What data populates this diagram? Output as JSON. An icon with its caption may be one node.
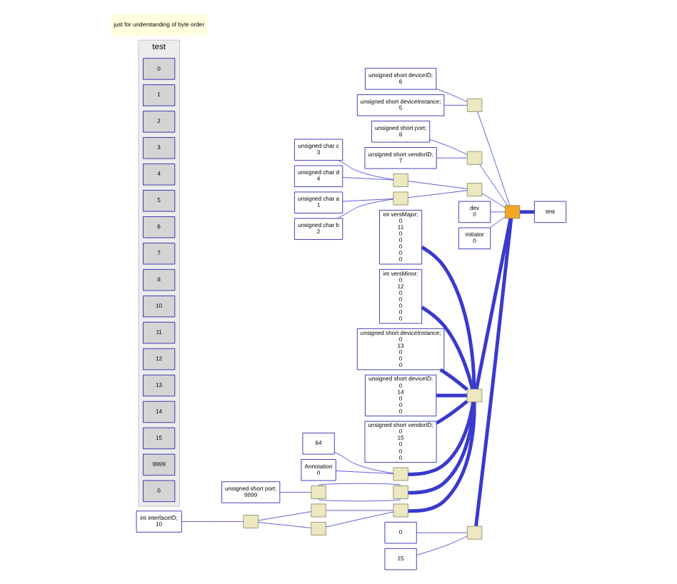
{
  "diagram": {
    "nodes": [
      {
        "text": [
          "unsigned char d",
          "4"
        ]
      },
      {
        "text": [
          "unsigned char c",
          "3"
        ]
      },
      {
        "text": [
          "unsigned char b",
          "2"
        ]
      },
      {
        "text": [
          "unsigned char a",
          "1"
        ]
      },
      {
        "text": [
          "unsigned short deviceID;",
          "6"
        ]
      },
      {
        "text": [
          "unsigned short deviceInstance;",
          "5"
        ]
      },
      {
        "text": [
          "unsigned short port;",
          "8"
        ]
      },
      {
        "text": [
          "unsigned short vendorID;",
          "7"
        ]
      },
      {
        "text": [],
        "shape": "box"
      },
      {
        "text": [],
        "shape": "box"
      },
      {
        "text": [],
        "shape": "box"
      },
      {
        "text": [],
        "shape": "box"
      },
      {
        "text": [],
        "shape": "box"
      },
      {
        "text": [
          "dev",
          "0"
        ]
      },
      {
        "text": [
          "initiator",
          "0"
        ]
      },
      {
        "text": [],
        "shape": "box"
      },
      {
        "text": [
          "int interfaceID;",
          "10"
        ]
      },
      {
        "text": [],
        "shape": "box"
      },
      {
        "text": [],
        "shape": "box"
      },
      {
        "text": [],
        "shape": "box"
      },
      {
        "text": [],
        "shape": "box"
      },
      {
        "text": [
          "int versMajor;",
          "0",
          "11",
          "0",
          "0",
          "0",
          "0",
          "0"
        ]
      },
      {
        "text": [
          "int versMinor;",
          "0",
          "12",
          "0",
          "0",
          "0",
          "0",
          "0"
        ]
      },
      {
        "text": [
          "unsigned short deviceInstance;",
          "0",
          "13",
          "0",
          "0",
          "0"
        ]
      },
      {
        "text": [
          "unsigned short deviceID;",
          "0",
          "14",
          "0",
          "0",
          "0"
        ]
      },
      {
        "text": [
          "unsigned short vendorID;",
          "0",
          "15",
          "0",
          "0",
          "0"
        ]
      },
      {
        "text": [
          "Annotation",
          "0"
        ]
      },
      {
        "text": [
          "64"
        ]
      },
      {
        "text": [],
        "shape": "box"
      },
      {
        "text": [
          "unsigned short port;",
          "9999"
        ]
      },
      {
        "text": [],
        "shape": "box"
      },
      {
        "text": [],
        "shape": "box"
      },
      {
        "text": [],
        "shape": "box"
      },
      {
        "text": [
          "0"
        ]
      },
      {
        "text": [
          "15"
        ]
      },
      {
        "text": [],
        "shape": "box"
      },
      {
        "text": [
          "test"
        ]
      },
      {
        "text": [
          "test"
        ]
      },
      {
        "text": [
          "0"
        ],
        "in": 37
      },
      {
        "text": [
          "1"
        ],
        "in": 37
      },
      {
        "text": [
          "2"
        ],
        "in": 37
      },
      {
        "text": [
          "3"
        ],
        "in": 37
      },
      {
        "text": [
          "4"
        ],
        "in": 37
      },
      {
        "text": [
          "5"
        ],
        "in": 37
      },
      {
        "text": [
          "6"
        ],
        "in": 37
      },
      {
        "text": [
          "7"
        ],
        "in": 37
      },
      {
        "text": [
          "8"
        ],
        "in": 37
      },
      {
        "text": [
          "10"
        ],
        "in": 37
      },
      {
        "text": [
          "11"
        ],
        "in": 37
      },
      {
        "text": [
          "12"
        ],
        "in": 37
      },
      {
        "text": [
          "13"
        ],
        "in": 37
      },
      {
        "text": [
          "14"
        ],
        "in": 37
      },
      {
        "text": [
          "15"
        ],
        "in": 37
      },
      {
        "text": [
          "9999"
        ],
        "in": 37
      },
      {
        "text": [
          "0"
        ],
        "in": 37
      }
    ],
    "edges": [
      {
        "from": 0,
        "to": 8,
        "arrow": "none"
      },
      {
        "from": 1,
        "to": 8,
        "arrow": "none"
      },
      {
        "from": 2,
        "to": 9,
        "arrow": "none"
      },
      {
        "from": 3,
        "to": 9,
        "arrow": "none"
      },
      {
        "from": 8,
        "to": 10,
        "arrow": "none"
      },
      {
        "from": 9,
        "to": 10,
        "arrow": "none"
      },
      {
        "from": 10,
        "to": 15,
        "arrow": "none"
      },
      {
        "from": 13,
        "to": 15,
        "arrow": "none"
      },
      {
        "from": 4,
        "to": 11,
        "arrow": "none"
      },
      {
        "from": 5,
        "to": 11,
        "arrow": "none"
      },
      {
        "from": 11,
        "to": 15,
        "arrow": "none"
      },
      {
        "from": 14,
        "to": 15,
        "arrow": "none"
      },
      {
        "from": 6,
        "to": 12,
        "arrow": "none"
      },
      {
        "from": 7,
        "to": 12,
        "arrow": "none"
      },
      {
        "from": 12,
        "to": 15,
        "arrow": "none"
      },
      {
        "from": 16,
        "to": 17,
        "arrow": "none"
      },
      {
        "from": 17,
        "to": 18,
        "arrow": "none"
      },
      {
        "from": 17,
        "to": 19,
        "arrow": "none"
      },
      {
        "from": 18,
        "to": 20,
        "arrow": "none"
      },
      {
        "from": 19,
        "to": 20,
        "arrow": "none"
      },
      {
        "from": 20,
        "to": 32,
        "arrow": "none",
        "style": "thick"
      },
      {
        "from": 21,
        "to": 32,
        "arrow": "none",
        "style": "thick"
      },
      {
        "from": 22,
        "to": 32,
        "arrow": "none",
        "style": "thick"
      },
      {
        "from": 23,
        "to": 32,
        "arrow": "none",
        "style": "thick"
      },
      {
        "from": 24,
        "to": 32,
        "arrow": "none",
        "style": "thick"
      },
      {
        "from": 25,
        "to": 32,
        "arrow": "none",
        "style": "thick"
      },
      {
        "from": 26,
        "to": 28,
        "arrow": "none"
      },
      {
        "from": 27,
        "to": 28,
        "arrow": "none"
      },
      {
        "from": 28,
        "to": 32,
        "arrow": "none",
        "style": "thick"
      },
      {
        "from": 29,
        "to": 30,
        "arrow": "none"
      },
      {
        "from": 30,
        "to": 31,
        "arrow": "none"
      },
      {
        "from": 30,
        "to": 31,
        "arrow": "none"
      },
      {
        "from": 31,
        "to": 32,
        "arrow": "none",
        "style": "thick"
      },
      {
        "from": 32,
        "to": 15,
        "arrow": "none",
        "style": "thick"
      },
      {
        "from": 33,
        "to": 35,
        "arrow": "none"
      },
      {
        "from": 34,
        "to": 35,
        "arrow": "none"
      },
      {
        "from": 35,
        "to": 15,
        "arrow": "none",
        "style": "thick"
      },
      {
        "from": 15,
        "to": 36,
        "arrow": "none",
        "style": "thick"
      }
    ],
    "labels": [
      "just for understanding of byte order"
    ]
  }
}
